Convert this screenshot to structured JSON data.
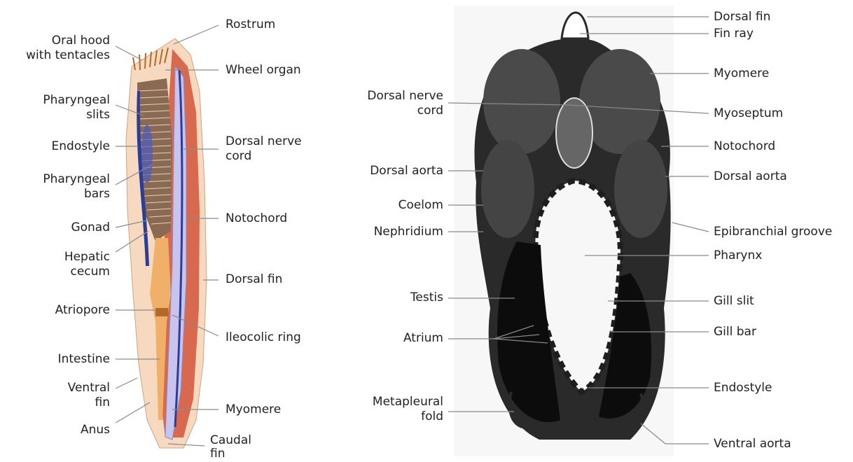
{
  "left_figure": {
    "labels": {
      "oral_hood": "Oral hood\nwith tentacles",
      "pharyngeal_slits": "Pharyngeal\nslits",
      "endostyle": "Endostyle",
      "pharyngeal_bars": "Pharyngeal\nbars",
      "gonad": "Gonad",
      "hepatic_cecum": "Hepatic\ncecum",
      "atriopore": "Atriopore",
      "intestine": "Intestine",
      "ventral_fin": "Ventral\nfin",
      "anus": "Anus",
      "rostrum": "Rostrum",
      "wheel_organ": "Wheel organ",
      "dorsal_nerve_cord": "Dorsal nerve\ncord",
      "notochord": "Notochord",
      "dorsal_fin": "Dorsal fin",
      "ileocolic_ring": "Ileocolic ring",
      "myomere": "Myomere",
      "caudal_fin": "Caudal\nfin"
    }
  },
  "right_figure": {
    "labels": {
      "dorsal_nerve_cord": "Dorsal nerve\ncord",
      "dorsal_aorta_left": "Dorsal aorta",
      "coelom": "Coelom",
      "nephridium": "Nephridium",
      "testis": "Testis",
      "atrium": "Atrium",
      "metapleural_fold": "Metapleural\nfold",
      "dorsal_fin": "Dorsal fin",
      "fin_ray": "Fin ray",
      "myomere": "Myomere",
      "myoseptum": "Myoseptum",
      "notochord": "Notochord",
      "dorsal_aorta_right": "Dorsal aorta",
      "epibranchial_groove": "Epibranchial groove",
      "pharynx": "Pharynx",
      "gill_slit": "Gill slit",
      "gill_bar": "Gill bar",
      "endostyle": "Endostyle",
      "ventral_aorta": "Ventral aorta"
    }
  },
  "colors": {
    "body_skin": "#f6d9bf",
    "muscle": "#d2553a",
    "notochord": "#c8c4ee",
    "nerve": "#2b3d9a",
    "gut": "#f1b06a",
    "section_dark": "#2a2a2a",
    "leader": "#8a8a8a"
  }
}
